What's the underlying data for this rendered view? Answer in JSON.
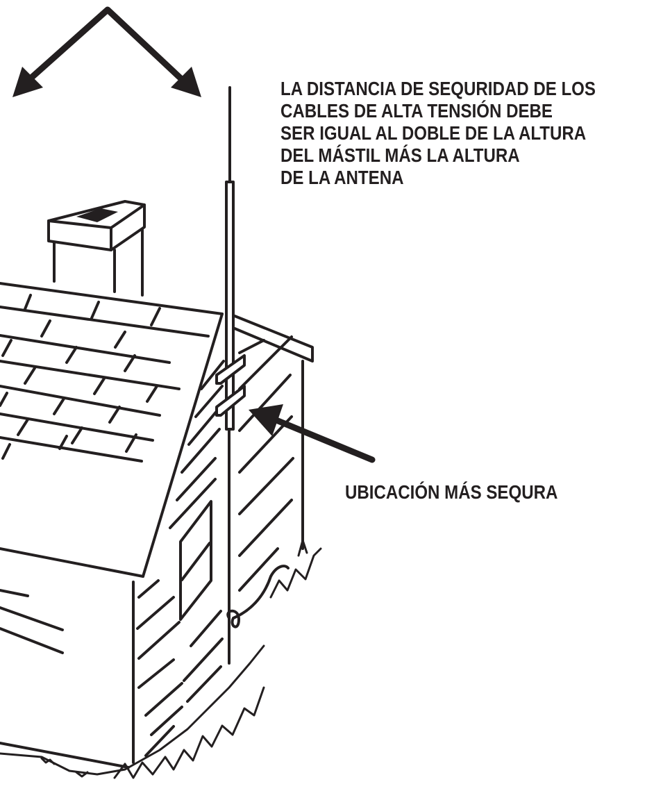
{
  "warning": {
    "lines": [
      "LA DISTANCIA DE SEQURIDAD DE LOS",
      "CABLES DE ALTA TENSIÓN DEBE",
      "SER IGUAL AL DOBLE DE LA ALTURA",
      "DEL MÁSTIL MÁS LA ALTURA",
      "DE LA ANTENA"
    ]
  },
  "location_label": "UBICACIÓN MÁS SEQURA",
  "colors": {
    "ink": "#231f20",
    "background": "#ffffff"
  }
}
